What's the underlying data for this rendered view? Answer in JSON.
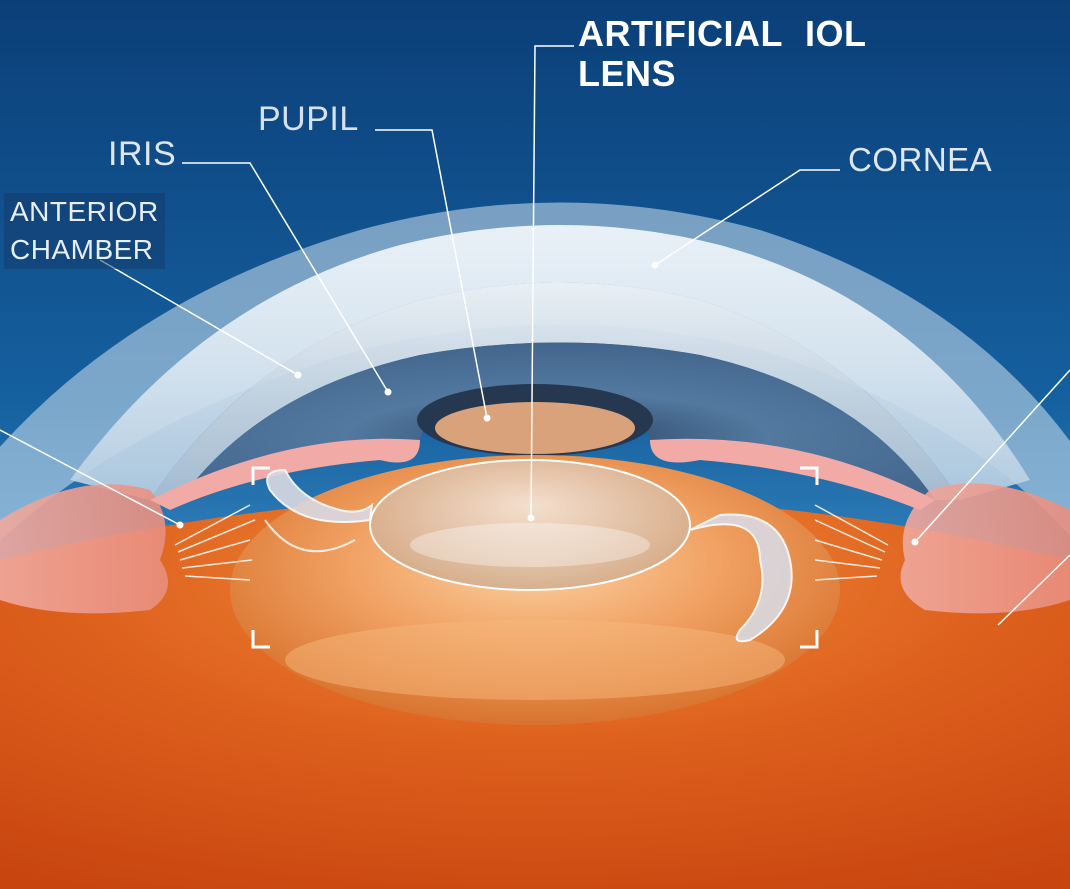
{
  "labels": {
    "artificial": "ARTIFICIAL",
    "iol": "IOL",
    "lens": "LENS",
    "pupil": "PUPIL",
    "iris": "IRIS",
    "anterior": "ANTERIOR",
    "chamber": "CHAMBER",
    "cornea": "CORNEA"
  },
  "colors": {
    "background_top": "#0c4682",
    "background_bottom": "#1d6fb0",
    "cornea": "#e8f0f6",
    "iris": "#4f6f93",
    "interior": "#d9601c",
    "lens": "#f0a060",
    "leader_lines": "#ffffff"
  }
}
